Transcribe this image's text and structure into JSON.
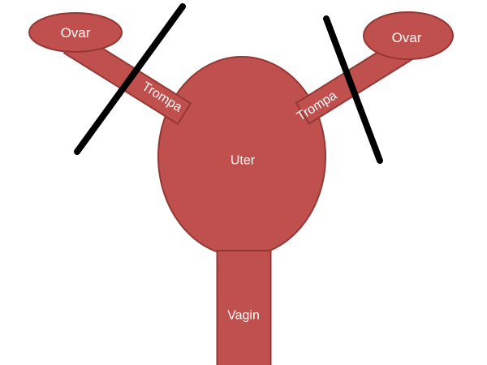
{
  "diagram": {
    "type": "anatomy-schematic",
    "labels": {
      "ovary": "Ovar",
      "tube": "Trompa",
      "uterus": "Uter",
      "vagina": "Vagin"
    },
    "colors": {
      "shape_fill": "#C0504D",
      "shape_border": "#953735",
      "label_text": "#FFFFFF",
      "ligation_line": "#000000",
      "background": "#FFFFFF"
    }
  }
}
